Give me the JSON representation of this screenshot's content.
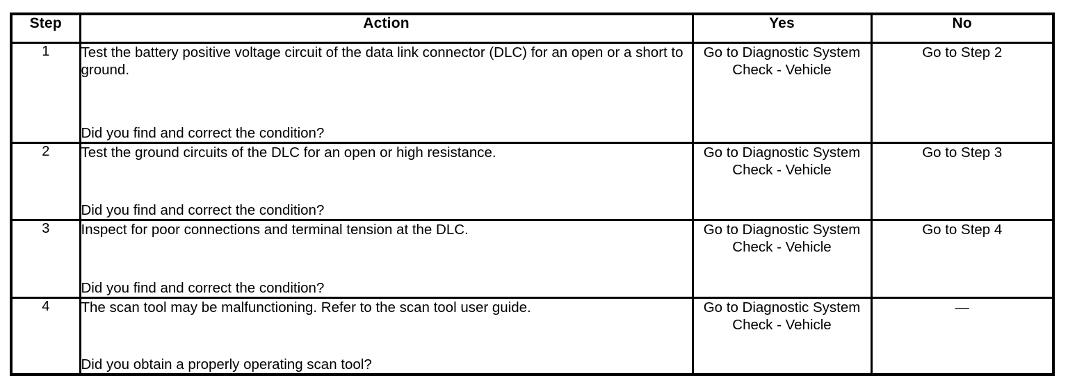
{
  "table": {
    "headers": {
      "step": "Step",
      "action": "Action",
      "yes": "Yes",
      "no": "No"
    },
    "rows": [
      {
        "step": "1",
        "action_primary": "Test the battery positive voltage circuit of the data link connector (DLC) for an open or a short to ground.",
        "action_question": "Did you find and correct the condition?",
        "yes": "Go to Diagnostic System Check - Vehicle",
        "no": "Go to Step 2"
      },
      {
        "step": "2",
        "action_primary": "Test the ground circuits of the DLC for an open or high resistance.",
        "action_question": "Did you find and correct the condition?",
        "yes": "Go to Diagnostic System Check - Vehicle",
        "no": "Go to Step 3"
      },
      {
        "step": "3",
        "action_primary": "Inspect for poor connections and terminal tension at the DLC.",
        "action_question": "Did you find and correct the condition?",
        "yes": "Go to Diagnostic System Check - Vehicle",
        "no": "Go to Step 4"
      },
      {
        "step": "4",
        "action_primary": "The scan tool may be malfunctioning. Refer to the scan tool user guide.",
        "action_question": "Did you obtain a properly operating scan tool?",
        "yes": "Go to Diagnostic System Check - Vehicle",
        "no": "—"
      }
    ]
  },
  "colors": {
    "border": "#000000",
    "text": "#000000",
    "background": "#ffffff"
  }
}
